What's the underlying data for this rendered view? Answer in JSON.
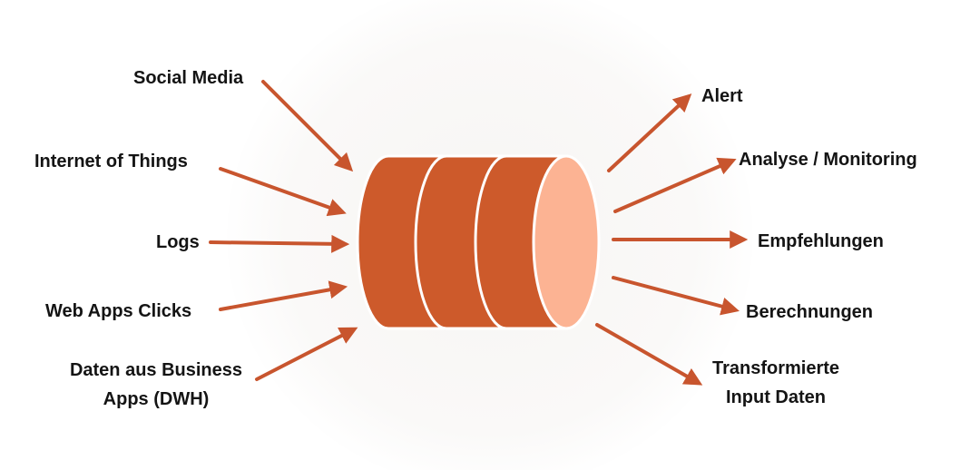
{
  "colors": {
    "arrow": "#c8552e",
    "cylinder": "#cd5a2b",
    "cylinder_edge": "#ffffff",
    "cylinder_face": "#fcb393",
    "text": "#141414"
  },
  "inputs": [
    {
      "id": "social-media",
      "label": "Social Media"
    },
    {
      "id": "internet-of-things",
      "label": "Internet of Things"
    },
    {
      "id": "logs",
      "label": "Logs"
    },
    {
      "id": "web-apps-clicks",
      "label": "Web Apps Clicks"
    },
    {
      "id": "business-apps",
      "line1": "Daten aus Business",
      "line2": "Apps (DWH)"
    }
  ],
  "outputs": [
    {
      "id": "alert",
      "label": "Alert"
    },
    {
      "id": "analyse-monitoring",
      "label": "Analyse / Monitoring"
    },
    {
      "id": "empfehlungen",
      "label": "Empfehlungen"
    },
    {
      "id": "berechnungen",
      "label": "Berechnungen"
    },
    {
      "id": "transformierte-daten",
      "line1": "Transformierte",
      "line2": "Input Daten"
    }
  ]
}
